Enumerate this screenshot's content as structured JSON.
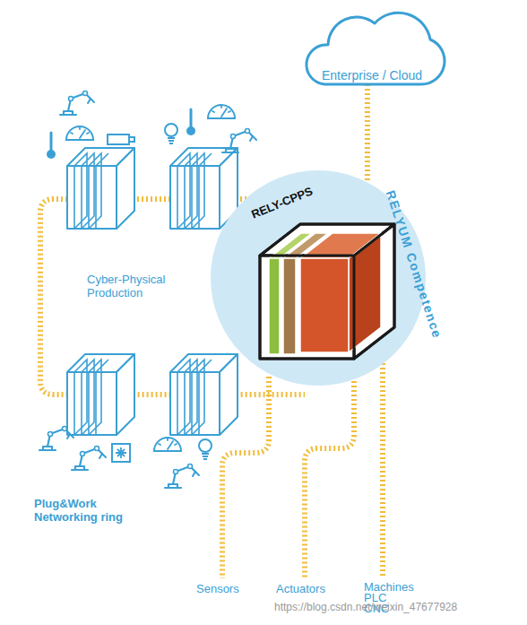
{
  "diagram": {
    "nodes": [
      {
        "text": [
          "Enterprise / Cloud"
        ]
      },
      {
        "text": [
          "RELY-CPPS"
        ]
      }
    ],
    "edges": [
      {
        "from": 0,
        "to": 1,
        "arrow": "none"
      }
    ],
    "labels": [
      "RELYUM Competence",
      "Cyber-Physical Production",
      "Plug&Work Networking ring",
      "Sensors",
      "Actuators",
      "Machines PLC CNC",
      "https://blog.csdn.net/weixin_47677928"
    ]
  }
}
